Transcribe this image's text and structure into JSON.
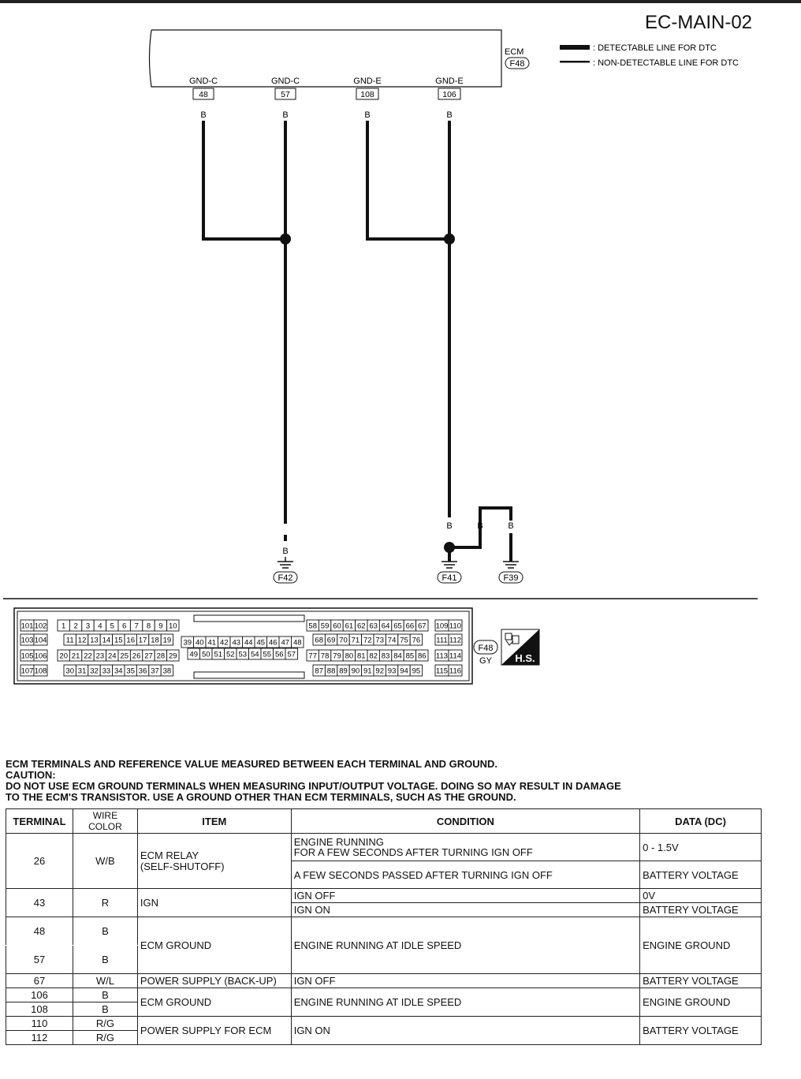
{
  "page": {
    "title": "EC-MAIN-02"
  },
  "legend": {
    "detectable": ": DETECTABLE LINE FOR DTC",
    "non_detectable": ": NON-DETECTABLE LINE FOR DTC"
  },
  "ecm": {
    "label": "ECM",
    "connector": "F48"
  },
  "terminals": [
    {
      "name": "GND-C",
      "num": "48",
      "color": "B"
    },
    {
      "name": "GND-C",
      "num": "57",
      "color": "B"
    },
    {
      "name": "GND-E",
      "num": "108",
      "color": "B"
    },
    {
      "name": "GND-E",
      "num": "106",
      "color": "B"
    }
  ],
  "grounds": {
    "f42": {
      "label": "F42",
      "wire": "B"
    },
    "f41": {
      "label": "F41",
      "wire": "B"
    },
    "f39": {
      "label": "F39",
      "wire_a": "B",
      "wire_b": "B"
    }
  },
  "connector_face": {
    "left_pairs": [
      [
        "101",
        "102"
      ],
      [
        "103",
        "104"
      ],
      [
        "105",
        "106"
      ],
      [
        "107",
        "108"
      ]
    ],
    "left_rows": [
      [
        "1",
        "2",
        "3",
        "4",
        "5",
        "6",
        "7",
        "8",
        "9",
        "10"
      ],
      [
        "11",
        "12",
        "13",
        "14",
        "15",
        "16",
        "17",
        "18",
        "19"
      ],
      [
        "20",
        "21",
        "22",
        "23",
        "24",
        "25",
        "26",
        "27",
        "28",
        "29"
      ],
      [
        "30",
        "31",
        "32",
        "33",
        "34",
        "35",
        "36",
        "37",
        "38"
      ]
    ],
    "mid_rows": [
      [
        "39",
        "40",
        "41",
        "42",
        "43",
        "44",
        "45",
        "46",
        "47",
        "48"
      ],
      [
        "49",
        "50",
        "51",
        "52",
        "53",
        "54",
        "55",
        "56",
        "57"
      ]
    ],
    "right_rows": [
      [
        "58",
        "59",
        "60",
        "61",
        "62",
        "63",
        "64",
        "65",
        "66",
        "67"
      ],
      [
        "68",
        "69",
        "70",
        "71",
        "72",
        "73",
        "74",
        "75",
        "76"
      ],
      [
        "77",
        "78",
        "79",
        "80",
        "81",
        "82",
        "83",
        "84",
        "85",
        "86"
      ],
      [
        "87",
        "88",
        "89",
        "90",
        "91",
        "92",
        "93",
        "94",
        "95"
      ]
    ],
    "right_pairs": [
      [
        "109",
        "110"
      ],
      [
        "111",
        "112"
      ],
      [
        "113",
        "114"
      ],
      [
        "115",
        "116"
      ]
    ],
    "connector_id": "F48",
    "connector_color": "GY",
    "hs_label": "H.S."
  },
  "notes": {
    "line1": "ECM TERMINALS AND REFERENCE VALUE MEASURED  BETWEEN EACH TERMINAL AND GROUND.",
    "line2": "CAUTION:",
    "line3": "DO NOT USE ECM GROUND TERMINALS WHEN MEASURING INPUT/OUTPUT VOLTAGE. DOING SO MAY RESULT IN DAMAGE",
    "line4": "TO THE ECM'S TRANSISTOR. USE A GROUND OTHER THAN ECM TERMINALS, SUCH AS THE GROUND."
  },
  "table": {
    "headers": {
      "terminal": "TERMINAL",
      "wire_color": "WIRE COLOR",
      "item": "ITEM",
      "condition": "CONDITION",
      "data": "DATA (DC)"
    },
    "r26": {
      "terminal": "26",
      "wire": "W/B",
      "item_1": "ECM RELAY",
      "item_2": "(SELF-SHUTOFF)",
      "cond_a1": "ENGINE RUNNING",
      "cond_a2": "FOR A FEW SECONDS AFTER TURNING IGN OFF",
      "data_a": "0 - 1.5V",
      "cond_b": "A FEW SECONDS PASSED AFTER TURNING IGN OFF",
      "data_b": "BATTERY VOLTAGE"
    },
    "r43": {
      "terminal": "43",
      "wire": "R",
      "item": "IGN",
      "cond_a": "IGN OFF",
      "data_a": "0V",
      "cond_b": "IGN ON",
      "data_b": "BATTERY VOLTAGE"
    },
    "r48": {
      "terminal_a": "48",
      "wire_a": "B",
      "terminal_b": "57",
      "wire_b": "B",
      "item": "ECM GROUND",
      "cond": "ENGINE RUNNING AT IDLE SPEED",
      "data": "ENGINE GROUND"
    },
    "r67": {
      "terminal": "67",
      "wire": "W/L",
      "item": "POWER SUPPLY (BACK-UP)",
      "cond": "IGN OFF",
      "data": "BATTERY VOLTAGE"
    },
    "r106": {
      "terminal_a": "106",
      "wire_a": "B",
      "terminal_b": "108",
      "wire_b": "B",
      "item": "ECM GROUND",
      "cond": "ENGINE RUNNING AT IDLE SPEED",
      "data": "ENGINE GROUND"
    },
    "r110": {
      "terminal_a": "110",
      "wire_a": "R/G",
      "terminal_b": "112",
      "wire_b": "R/G",
      "item": "POWER SUPPLY FOR ECM",
      "cond": "IGN ON",
      "data": "BATTERY VOLTAGE"
    }
  }
}
